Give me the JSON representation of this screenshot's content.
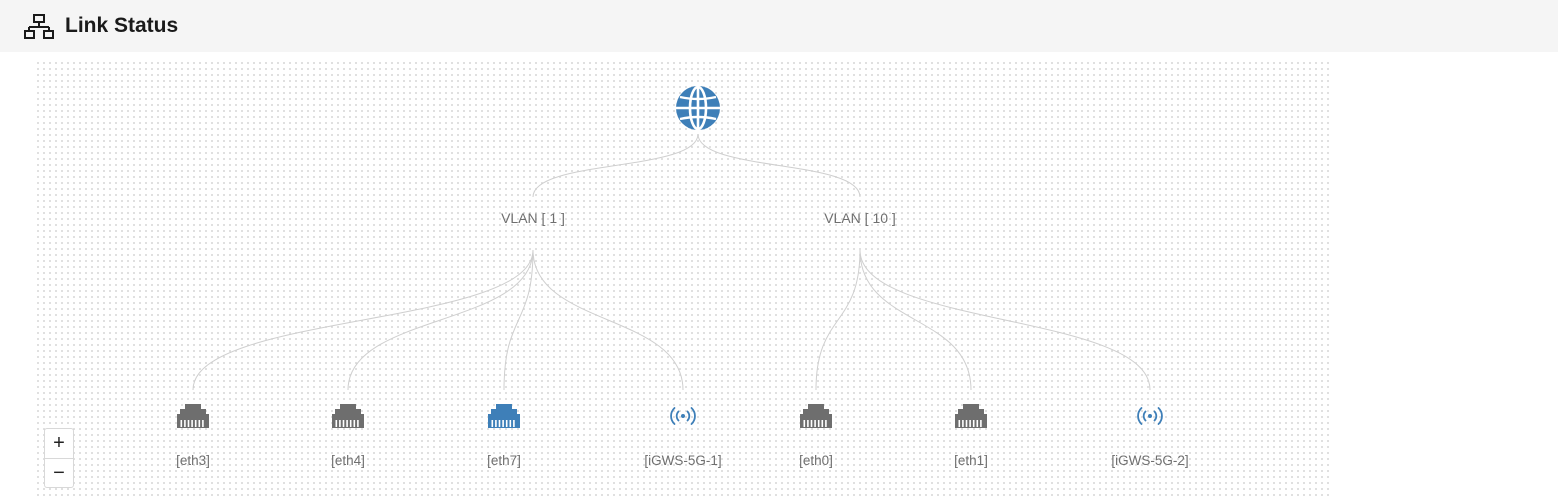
{
  "header": {
    "title": "Link Status",
    "icon": "network-icon"
  },
  "topology": {
    "root": {
      "icon": "globe-icon",
      "color": "#3e7fb8"
    },
    "vlans": [
      {
        "label": "VLAN [ 1 ]"
      },
      {
        "label": "VLAN [ 10 ]"
      }
    ],
    "ports": [
      {
        "label": "[eth3]",
        "type": "ethernet",
        "active": false,
        "vlan": "VLAN [ 1 ]"
      },
      {
        "label": "[eth4]",
        "type": "ethernet",
        "active": false,
        "vlan": "VLAN [ 1 ]"
      },
      {
        "label": "[eth7]",
        "type": "ethernet",
        "active": true,
        "vlan": "VLAN [ 1 ]"
      },
      {
        "label": "[iGWS-5G-1]",
        "type": "wireless",
        "active": true,
        "vlan": "VLAN [ 1 ]"
      },
      {
        "label": "[eth0]",
        "type": "ethernet",
        "active": false,
        "vlan": "VLAN [ 10 ]"
      },
      {
        "label": "[eth1]",
        "type": "ethernet",
        "active": false,
        "vlan": "VLAN [ 10 ]"
      },
      {
        "label": "[iGWS-5G-2]",
        "type": "wireless",
        "active": true,
        "vlan": "VLAN [ 10 ]"
      }
    ],
    "colors": {
      "active": "#3e7fb8",
      "inactive": "#6e6e6e",
      "link": "#cfcfcf"
    }
  },
  "zoom": {
    "in_label": "+",
    "out_label": "−"
  }
}
